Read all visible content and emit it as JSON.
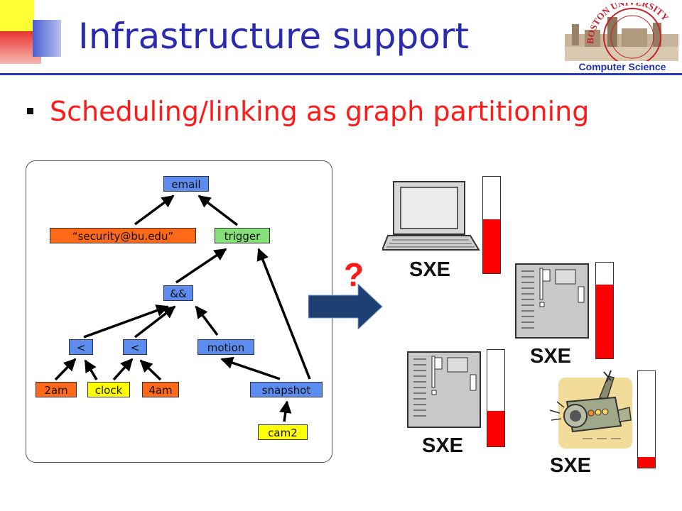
{
  "slide": {
    "title": "Infrastructure support",
    "department": "Computer Science",
    "logo_text": "BOSTON UNIVERSITY",
    "bullet": "Scheduling/linking as graph partitioning"
  },
  "graph": {
    "nodes": {
      "email": "email",
      "security": "“security@bu.edu”",
      "trigger": "trigger",
      "and": "&&",
      "lt1": "<",
      "lt2": "<",
      "motion": "motion",
      "t2am": "2am",
      "clock": "clock",
      "t4am": "4am",
      "snapshot": "snapshot",
      "cam2": "cam2"
    }
  },
  "question": "?",
  "machines": [
    {
      "label": "SXE",
      "icon": "laptop-icon",
      "load": 0.56
    },
    {
      "label": "SXE",
      "icon": "server-icon",
      "load": 0.77
    },
    {
      "label": "SXE",
      "icon": "server-icon",
      "load": 0.37
    },
    {
      "label": "SXE",
      "icon": "camera-icon",
      "load": 0.11
    }
  ],
  "colors": {
    "title": "#2b2bb0",
    "accent": "#ff1a1a",
    "node_blue": "#5c8cf0",
    "node_orange": "#ff6a1a",
    "node_yellow": "#ffff00",
    "arrow": "#1f3f73"
  }
}
